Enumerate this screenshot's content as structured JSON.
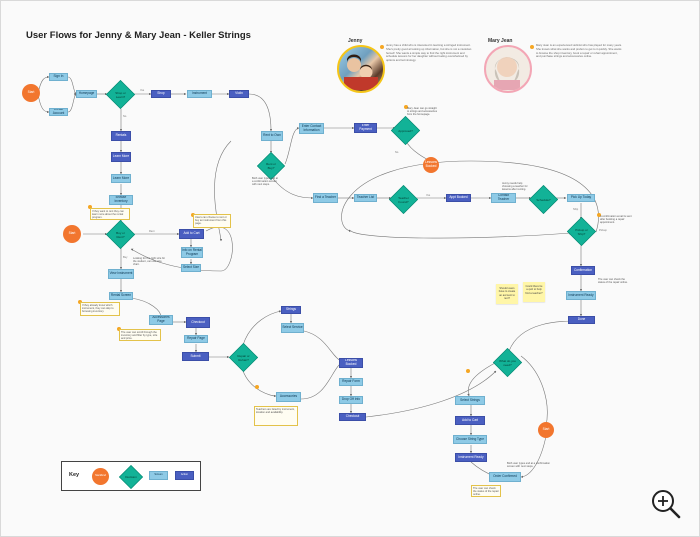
{
  "title": "User Flows for Jenny & Mary Jean - Keller Strings",
  "personas": [
    {
      "name": "Jenny",
      "text": "Jenny has a child who is interested in learning a stringed instrument. She's pretty good at looking up information, but she is not a musician herself. She wants a simple way to find the right instrument and schedule lessons for her daughter without feeling overwhelmed by options and terminology."
    },
    {
      "name": "Mary Jean",
      "text": "Mary Jean is an experienced violinist who has played for many years. She knows what she wants and prefers to get to it quickly. She wants to browse the shop inventory, book a repair or rehair appointment, and purchase strings and accessories online."
    }
  ],
  "colors": {
    "start": "#f2762e",
    "decision": "#12b297",
    "screen": "#8ecae6",
    "action": "#4a5fc1",
    "note_dot": "#f5a623",
    "sticky": "#fff6a8"
  },
  "nodes": {
    "start_home": "Start",
    "login": "Sign In",
    "create_account": "Create Account",
    "homepage": "Homepage",
    "dec_shop_learn": "Shop or Learn?",
    "shop": "Shop",
    "instrument": "Instrument",
    "violin": "Violin",
    "rentals": "Rentals",
    "rent_to_own": "Rent to Own",
    "learn_more": "Learn More",
    "browse_inventory": "Browse Inventory",
    "view_instrument": "View Instrument",
    "dec_buy_rent": "Buy or Rent?",
    "select_size": "Select Size",
    "add_to_cart": "Add to Cart",
    "checkout": "Checkout",
    "info_by_rent": "Info on Rental Program",
    "dec_rent_buy": "Rent or Buy?",
    "contact_info": "Enter Contact Information",
    "dec_schedule": "Schedule?",
    "appt_booked": "Appt Booked",
    "dec_approved": "Approved?",
    "payment": "Enter Payment",
    "submit": "Submit",
    "instrument_ready": "Instrument Ready",
    "pickup_today": "Pick Up Today",
    "dec_pickup_ship": "Pickup or Ship?",
    "start_ship": "Start",
    "find_teacher": "Find a Teacher",
    "teacher_list": "Teacher List",
    "dec_teacher": "Teacher Found?",
    "contact_teacher": "Contact Teacher",
    "lessons_booked": "Lessons Booked",
    "accessories": "Accessories",
    "rental_screen": "Rental Screen",
    "accessories_page": "Accessories Page",
    "done": "Done",
    "repair_page": "Repair Page",
    "dec_repair": "Repair or Rehair?",
    "select_service": "Select Service",
    "repair_form": "Repair Form",
    "drop_off_info": "Drop Off Info",
    "confirmation": "Confirmation",
    "start_mj": "Start",
    "dec_mj": "What do you need?",
    "strings": "Strings",
    "select_strings": "Select Strings",
    "string_type": "Choose String Type",
    "add_strings": "Add to Cart",
    "checkout_strings": "Checkout",
    "order_confirmed": "Order Confirmed"
  },
  "edge_labels": [
    "Yes",
    "No",
    "Rent",
    "Buy",
    "Ship",
    "Pickup",
    "Yes",
    "No"
  ],
  "notes": [
    "If they want to rent they can learn more about the rental program.",
    "Users can choose to rent or buy an instrument from this page.",
    "Looking for the right size for the student, can use size chart.",
    "If they already know which instrument, they can skip to browsing inventory.",
    "The user can scroll through the inventory and filter by type, size and price.",
    "Both user types end at a confirmation screen with next steps.",
    "Mary Jean can go straight to strings and accessories from the homepage.",
    "Jenny needs help choosing a teacher for lessons after renting.",
    "A confirmation email is sent after booking a repair appointment.",
    "The user can check the status of the repair online.",
    "Teachers are listed by instrument, location and availability."
  ],
  "stickies": [
    "Should users have to create an account to rent?",
    "Could there be a quiz to help find a teacher?"
  ],
  "key": {
    "title": "Key",
    "start": "Start/End",
    "decision": "Decision",
    "screen": "Screen",
    "action": "Action"
  }
}
